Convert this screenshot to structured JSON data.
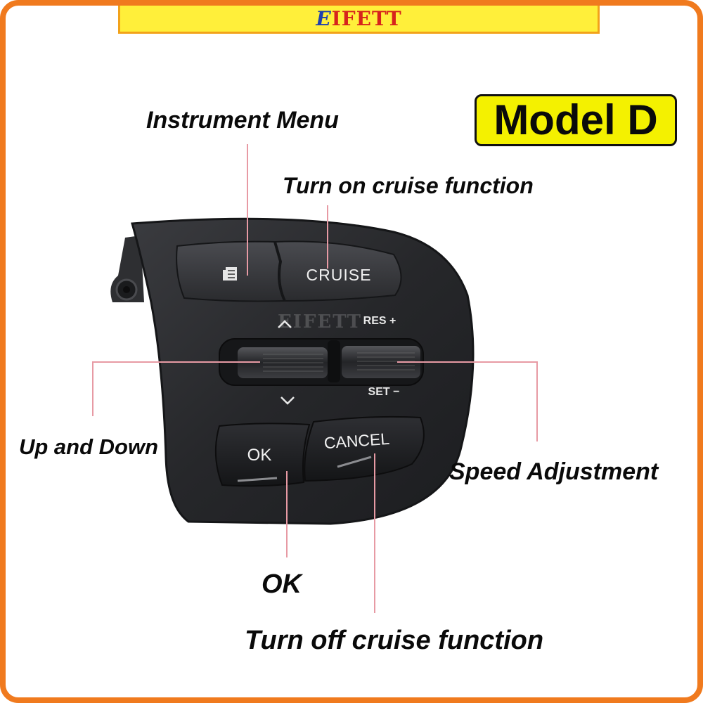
{
  "brand": {
    "logo_initial": "E",
    "logo_rest": "IFETT"
  },
  "model_badge": "Model D",
  "callouts": {
    "instrument_menu": "Instrument Menu",
    "cruise_on": "Turn on cruise function",
    "up_down": "Up and Down",
    "speed_adjustment": "Speed Adjustment",
    "ok": "OK",
    "cruise_off": "Turn off cruise function"
  },
  "buttons": {
    "cruise": "CRUISE",
    "res": "RES +",
    "set": "SET −",
    "ok": "OK",
    "cancel": "CANCEL",
    "watermark": "EIFETT"
  },
  "icons": {
    "menu": "menu-list-icon",
    "up": "chevron-up-icon",
    "down": "chevron-down-icon"
  },
  "colors": {
    "frame": "#f07a1e",
    "brand_bar": "#ffef3a",
    "badge": "#f4f100",
    "callout_line": "#e79aa4",
    "housing": "#2b2c2f"
  }
}
